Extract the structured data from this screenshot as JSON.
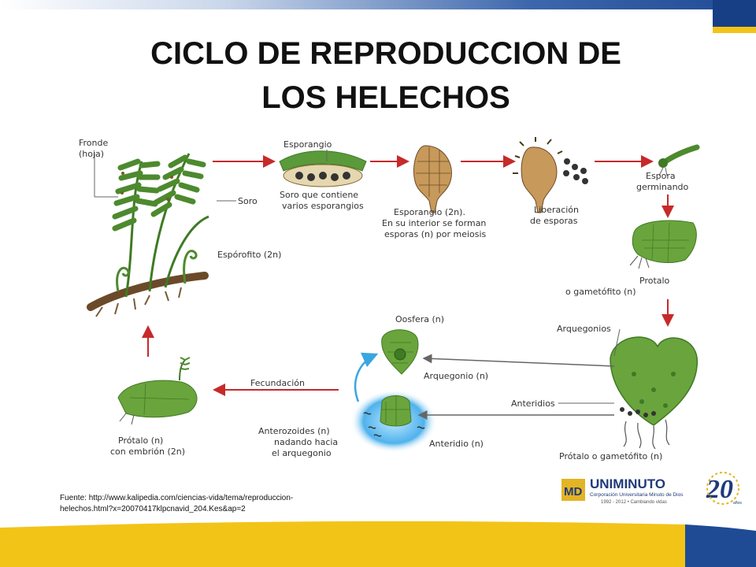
{
  "slide": {
    "title_line1": "CICLO DE REPRODUCCION DE",
    "title_line2": "LOS HELECHOS",
    "source_line1": "Fuente:   http://www.kalipedia.com/ciencias-vida/tema/reproduccion-",
    "source_line2": "helechos.html?x=20070417klpcnavid_204.Kes&ap=2"
  },
  "diagram": {
    "labels": {
      "fronde": "Fronde",
      "hoja": "(hoja)",
      "soro": "Soro",
      "esporofito": "Espórofito (2n)",
      "esporangio_top": "Esporangio",
      "soro_contiene_1": "Soro que contiene",
      "soro_contiene_2": "varios esporangios",
      "esporangio2n_1": "Esporangio (2n).",
      "esporangio2n_2": "En su interior se forman",
      "esporangio2n_3": "esporas (n) por meiosis",
      "liberacion_1": "Liberación",
      "liberacion_2": "de esporas",
      "espora_1": "Espora",
      "espora_2": "germinando",
      "protalo_1": "Protalo",
      "protalo_2": "o gametófito (n)",
      "arquegonios": "Arquegonios",
      "anteridios": "Anteridios",
      "protalo_gametofito": "Prótalo o gametófito (n)",
      "oosfera": "Oosfera (n)",
      "arquegonio": "Arquegonio (n)",
      "anteridio": "Anteridio (n)",
      "anterozoides_1": "Anterozoides (n)",
      "anterozoides_2": "nadando hacia",
      "anterozoides_3": "el arquegonio",
      "fecundacion": "Fecundación",
      "protalo_embrion_1": "Prótalo (n)",
      "protalo_embrion_2": "con embrión (2n)"
    }
  },
  "logo": {
    "md": "MD",
    "name": "UNIMINUTO",
    "subtitle": "Corporación Universitaria Minuto de Dios",
    "years": "1992 - 2012  •  Cambiando vidas",
    "anniversary": "20",
    "anniversary_suffix": "años"
  },
  "colors": {
    "arrow_red": "#c62a2a",
    "plant_green": "#4d8a2e",
    "spore_brown": "#a47a3c",
    "logo_blue": "#1e3a7a",
    "logo_gold": "#e3b424",
    "top_blue": "#1f4b95",
    "bottom_yellow": "#f2c418"
  }
}
